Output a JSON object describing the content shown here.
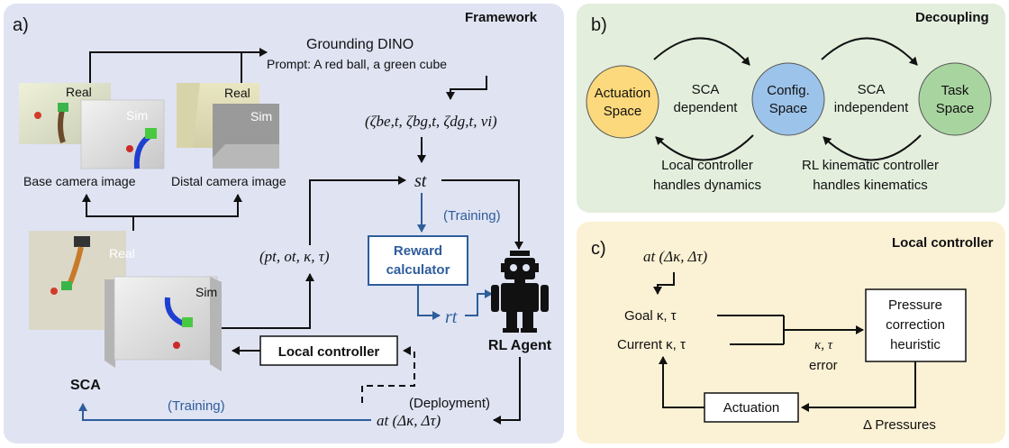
{
  "panel_a": {
    "letter": "a)",
    "title": "Framework",
    "grounding_title": "Grounding DINO",
    "grounding_prompt": "Prompt: A red ball, a green cube",
    "zeta_vector": "(ζbe,t, ζbg,t, ζdg,t, vi)",
    "state": "st",
    "training_top": "(Training)",
    "reward_line1": "Reward",
    "reward_line2": "calculator",
    "reward_out": "rt",
    "obs_vector": "(pt, ot, κ, τ)",
    "base_cam_label": "Base camera image",
    "distal_cam_label": "Distal camera image",
    "real_label": "Real",
    "sim_label": "Sim",
    "local_controller": "Local controller",
    "rl_agent": "RL Agent",
    "sca": "SCA",
    "training_bottom": "(Training)",
    "deployment": "(Deployment)",
    "action": "at (Δκ, Δτ)"
  },
  "panel_b": {
    "letter": "b)",
    "title": "Decoupling",
    "actuation_space_1": "Actuation",
    "actuation_space_2": "Space",
    "config_space_1": "Config.",
    "config_space_2": "Space",
    "task_space_1": "Task",
    "task_space_2": "Space",
    "sca_dependent_1": "SCA",
    "sca_dependent_2": "dependent",
    "sca_independent_1": "SCA",
    "sca_independent_2": "independent",
    "local_note_1": "Local controller",
    "local_note_2": "handles dynamics",
    "rl_note_1": "RL kinematic controller",
    "rl_note_2": "handles kinematics"
  },
  "panel_c": {
    "letter": "c)",
    "title": "Local controller",
    "action_in": "at (Δκ, Δτ)",
    "goal": "Goal κ, τ",
    "current": "Current κ, τ",
    "error_1": "κ, τ",
    "error_2": "error",
    "pressure_1": "Pressure",
    "pressure_2": "correction",
    "pressure_3": "heuristic",
    "actuation": "Actuation",
    "delta_pressures": "Δ Pressures"
  },
  "colors": {
    "panel_a_bg": "#dfe3f2",
    "panel_b_bg": "#e3eedd",
    "panel_c_bg": "#fbf1d4",
    "accent_blue": "#2e5d9b",
    "actuation_circle": "#fcd97c",
    "config_circle": "#9cc3ea",
    "task_circle": "#a8d4a0"
  }
}
